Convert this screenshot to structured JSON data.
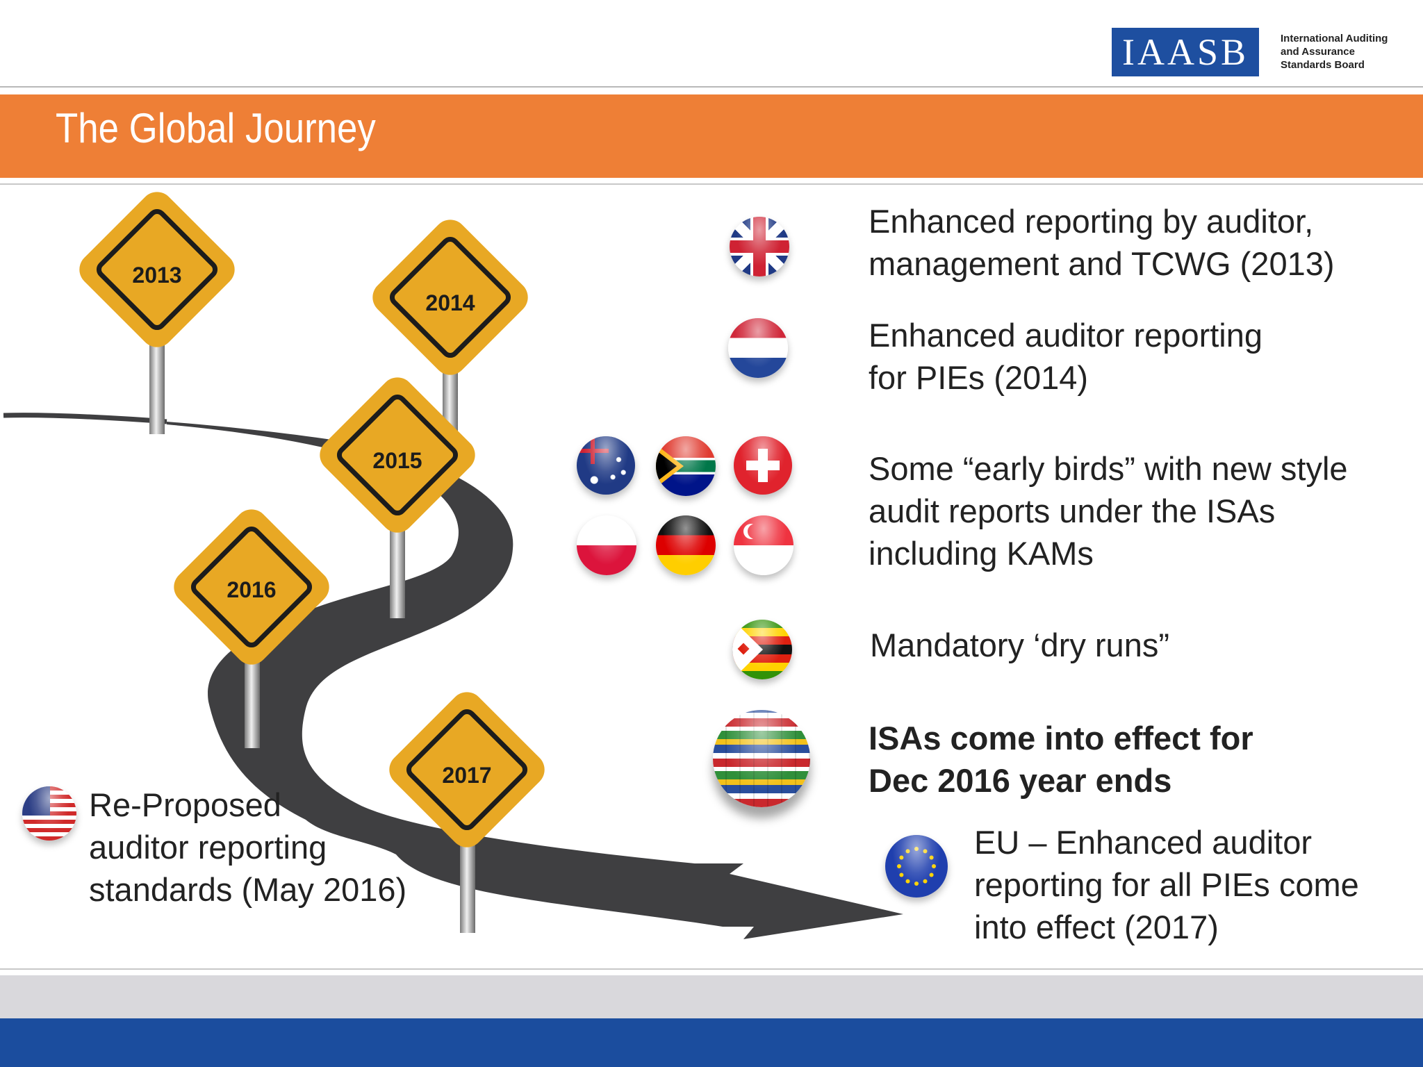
{
  "header": {
    "logo_text": "IAASB",
    "logo_subtitle_lines": [
      "International Auditing",
      "and Assurance",
      "Standards Board"
    ]
  },
  "title": "The Global Journey",
  "timeline": {
    "signs": [
      {
        "year": "2013"
      },
      {
        "year": "2014"
      },
      {
        "year": "2015"
      },
      {
        "year": "2016"
      },
      {
        "year": "2017"
      }
    ]
  },
  "us_note": {
    "lines": [
      "Re-Proposed",
      "auditor reporting",
      "standards (May 2016)"
    ]
  },
  "milestones": [
    {
      "flags": [
        "united-kingdom"
      ],
      "lines": [
        "Enhanced reporting by auditor,",
        "management and TCWG (2013)"
      ]
    },
    {
      "flags": [
        "netherlands"
      ],
      "lines": [
        "Enhanced auditor reporting",
        "for PIEs (2014)"
      ]
    },
    {
      "flags": [
        "australia",
        "south-africa",
        "switzerland",
        "poland",
        "germany",
        "singapore"
      ],
      "lines": [
        "Some “early birds” with new style",
        "audit reports under the ISAs",
        "including KAMs"
      ]
    },
    {
      "flags": [
        "zimbabwe"
      ],
      "lines": [
        "Mandatory ‘dry runs”"
      ]
    },
    {
      "flags": [
        "world-flags-globe"
      ],
      "lines": [
        "ISAs come into effect for",
        "Dec 2016 year ends"
      ]
    },
    {
      "flags": [
        "european-union"
      ],
      "lines": [
        "EU – Enhanced auditor",
        "reporting for all PIEs come",
        "into effect (2017)"
      ]
    }
  ],
  "colors": {
    "title_bar": "#ee7f36",
    "sign_yellow": "#e8a824",
    "road": "#3f3f41",
    "logo_blue": "#1e4fa0",
    "footer_blue": "#1b4d9e"
  }
}
